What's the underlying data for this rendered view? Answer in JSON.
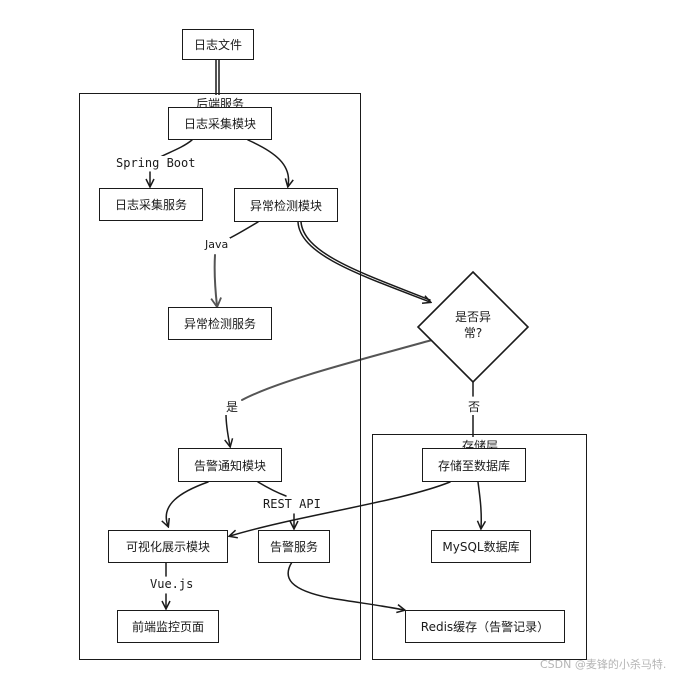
{
  "groups": {
    "backend": "后端服务",
    "storage": "存储层"
  },
  "nodes": {
    "log_file": "日志文件",
    "log_collect_module": "日志采集模块",
    "log_collect_service": "日志采集服务",
    "anomaly_detect_module": "异常检测模块",
    "anomaly_detect_service": "异常检测服务",
    "is_anomaly_line1": "是否异",
    "is_anomaly_line2": "常?",
    "alert_notify_module": "告警通知模块",
    "visual_module": "可视化展示模块",
    "alert_service": "告警服务",
    "frontend_page": "前端监控页面",
    "store_db": "存储至数据库",
    "mysql_db": "MySQL数据库",
    "redis_cache": "Redis缓存（告警记录）"
  },
  "edge_labels": {
    "spring_boot": "Spring Boot",
    "java": "Java",
    "yes": "是",
    "no": "否",
    "rest_api": "REST API",
    "vuejs": "Vue.js"
  },
  "watermark": "CSDN @麦锋的小杀马特."
}
